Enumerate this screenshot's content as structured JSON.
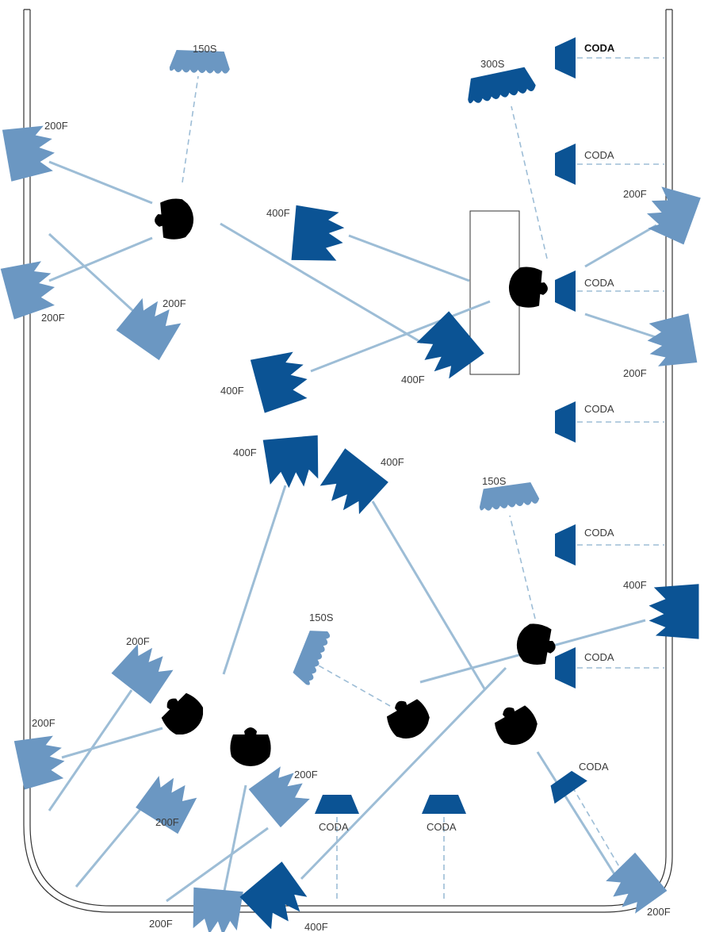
{
  "colors": {
    "light_fixture": "#6b97c2",
    "dark_fixture": "#0b5394",
    "sightline": "#9dbdd6",
    "listener": "#2aa89a",
    "wall": "#333333"
  },
  "labels": {
    "l150s_a": "150S",
    "l300s": "300S",
    "coda_top": "CODA",
    "coda_2": "CODA",
    "coda_3": "CODA",
    "coda_4": "CODA",
    "coda_5": "CODA",
    "coda_6": "CODA",
    "coda_7": "CODA",
    "coda_floor_1": "CODA",
    "coda_floor_2": "CODA",
    "l200f_tl": "200F",
    "l200f_ml": "200F",
    "l200f_mid": "200F",
    "l400f_a": "400F",
    "l400f_b": "400F",
    "l400f_c": "400F",
    "l200f_r1": "200F",
    "l200f_r2": "200F",
    "l400f_d": "400F",
    "l400f_e": "400F",
    "l150s_b": "150S",
    "l400f_r": "400F",
    "l150s_c": "150S",
    "l200f_bl1": "200F",
    "l200f_bl2": "200F",
    "l200f_bm": "200F",
    "l200f_bc": "200F",
    "l200f_bottom": "200F",
    "l400f_bottom": "400F",
    "l200f_br": "200F"
  }
}
